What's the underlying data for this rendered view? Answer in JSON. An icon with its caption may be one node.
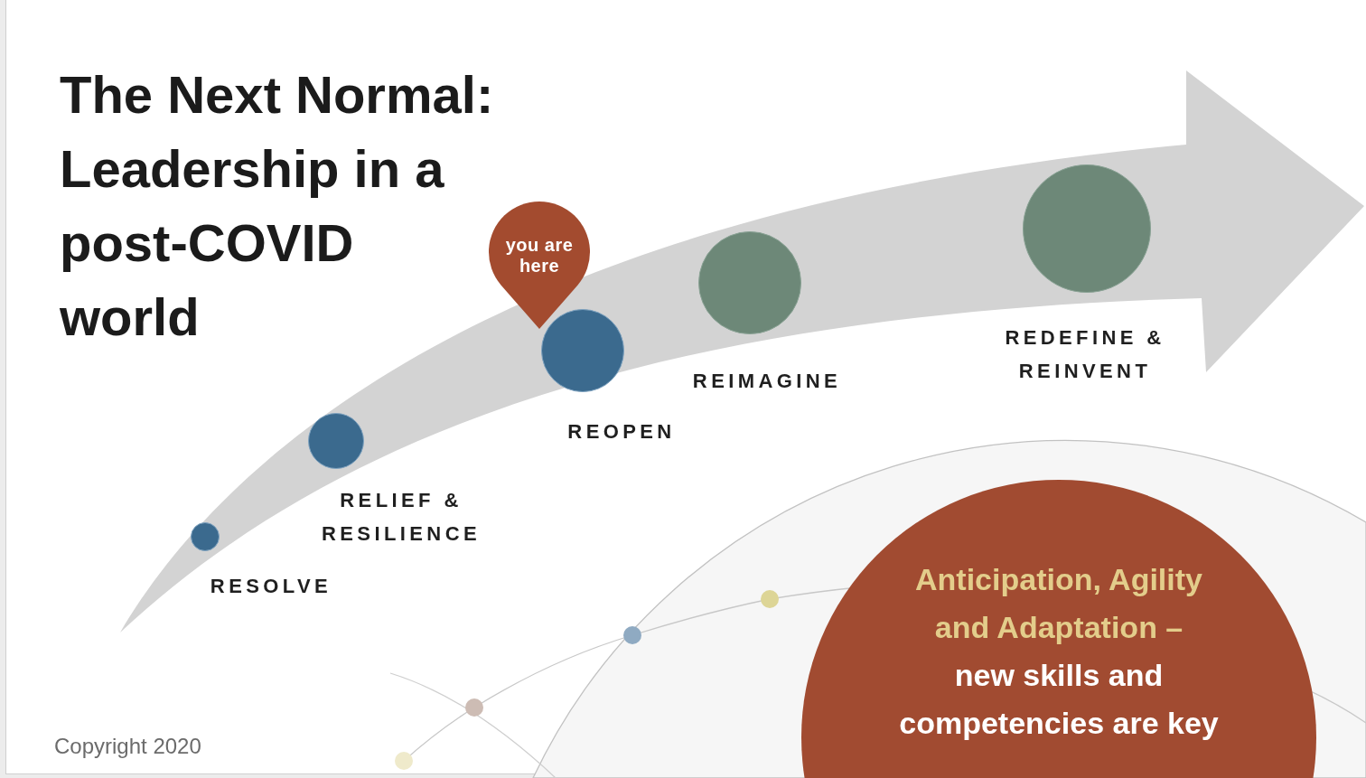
{
  "diagram": {
    "title": "The Next Normal: Leadership in a post-COVID world",
    "nodes": [
      {
        "text": [],
        "shape": "circle",
        "beside": [
          "RESOLVE"
        ]
      },
      {
        "text": [],
        "shape": "circle",
        "beside": [
          "RELIEF & RESILIENCE"
        ]
      },
      {
        "text": [
          "you are here"
        ]
      },
      {
        "text": [],
        "shape": "circle",
        "beside": [
          "REOPEN"
        ]
      },
      {
        "text": [],
        "shape": "circle",
        "beside": [
          "REIMAGINE"
        ]
      },
      {
        "text": [],
        "shape": "circle",
        "beside": [
          "REDEFINE & REINVENT"
        ]
      },
      {
        "text": [
          "Anticipation, Agility and Adaptation –",
          "new skills and competencies are key"
        ]
      }
    ],
    "labels": [
      "Copyright 2020"
    ]
  }
}
